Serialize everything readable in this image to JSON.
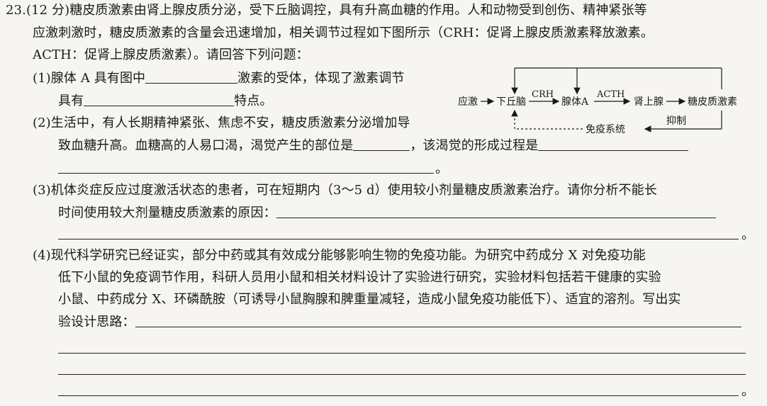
{
  "question": {
    "number": "23.",
    "score": "(12 分)",
    "intro_line1": "糖皮质激素由肾上腺皮质分泌，受下丘脑调控，具有升高血糖的作用。人和动物受到创伤、精神紧张等",
    "intro_line2": "应激刺激时，糖皮质激素的含量会迅速增加，相关调节过程如下图所示（CRH：促肾上腺皮质激素释放激素。",
    "intro_line3": "ACTH：促肾上腺皮质激素）。请回答下列问题：",
    "p1_line1_a": "(1)腺体 A 具有图中",
    "p1_line1_b": "激素的受体，体现了激素调节",
    "p1_line2_a": "具有",
    "p1_line2_b": "特点。",
    "p2_line1": "(2)生活中，有人长期精神紧张、焦虑不安，糖皮质激素分泌增加导",
    "p2_line2_a": "致血糖升高。血糖高的人易口渴，渴觉产生的部位是",
    "p2_line2_b": "，该渴觉的形成过程是",
    "p2_line3_end": "。",
    "p3_line1": "(3)机体炎症反应过度激活状态的患者，可在短期内（3～5 d）使用较小剂量糖皮质激素治疗。请你分析不能长",
    "p3_line2": "时间使用较大剂量糖皮质激素的原因：",
    "p3_end": "。",
    "p4_line1": "(4)现代科学研究已经证实，部分中药或其有效成分能够影响生物的免疫功能。为研究中药成分 X 对免疫功能",
    "p4_line2": "低下小鼠的免疫调节作用，科研人员用小鼠和相关材料设计了实验进行研究，实验材料包括若干健康的实验",
    "p4_line3": "小鼠、中药成分 X、环磷酰胺（可诱导小鼠胸腺和脾重量减轻，造成小鼠免疫功能低下）、适宜的溶剂。写出实",
    "p4_line4": "验设计思路：",
    "p4_end": "。"
  },
  "diagram": {
    "stress": "应激",
    "hypothalamus": "下丘脑",
    "crh": "CRH",
    "gland_a": "腺体A",
    "acth": "ACTH",
    "adrenal": "肾上腺",
    "glucocorticoid": "糖皮质激素",
    "inhibit": "抑制",
    "immune_system": "免疫系统"
  }
}
